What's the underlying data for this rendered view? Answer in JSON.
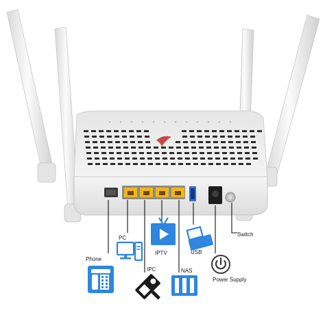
{
  "labels": {
    "phone": "Phone",
    "pc": "PC",
    "iptv": "IPTV",
    "ipc": "IPC",
    "nas": "NAS",
    "usb": "USB",
    "power_supply": "Power Supply",
    "switch": "Switch"
  },
  "colors": {
    "icon_blue": "#2e86de",
    "port_yellow": "#f2b51a",
    "usb_port_blue": "#2f6fd0",
    "router_body": "#efefef",
    "antenna": "#f3f3f3",
    "leader_line": "#111111"
  },
  "icons": {
    "phone": "telephone-icon",
    "pc": "desktop-pc-icon",
    "iptv": "tv-play-icon",
    "ipc": "ip-camera-icon",
    "nas": "nas-storage-icon",
    "usb": "usb-drive-icon",
    "power_supply": "power-icon"
  }
}
